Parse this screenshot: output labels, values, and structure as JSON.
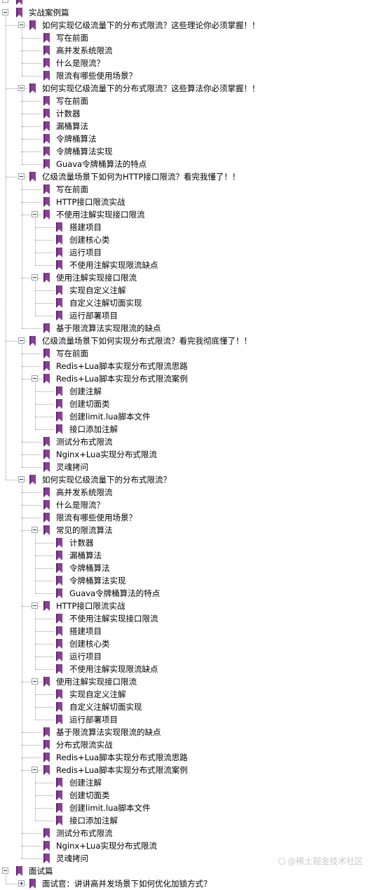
{
  "tree": [
    {
      "label": "",
      "level": 0,
      "expanded": true,
      "has_children": true
    },
    {
      "label": "实战案例篇",
      "level": 0,
      "expanded": true,
      "has_children": true
    },
    {
      "label": "如何实现亿级流量下的分布式限流？这些理论你必须掌握！！",
      "level": 1,
      "expanded": true,
      "has_children": true
    },
    {
      "label": "写在前面",
      "level": 2
    },
    {
      "label": "高并发系统限流",
      "level": 2
    },
    {
      "label": "什么是限流？",
      "level": 2
    },
    {
      "label": "限流有哪些使用场景？",
      "level": 2
    },
    {
      "label": "如何实现亿级流量下的分布式限流？这些算法你必须掌握！！",
      "level": 1,
      "expanded": true,
      "has_children": true
    },
    {
      "label": "写在前面",
      "level": 2
    },
    {
      "label": "计数器",
      "level": 2
    },
    {
      "label": "漏桶算法",
      "level": 2
    },
    {
      "label": "令牌桶算法",
      "level": 2
    },
    {
      "label": "令牌桶算法实现",
      "level": 2
    },
    {
      "label": "Guava令牌桶算法的特点",
      "level": 2
    },
    {
      "label": "亿级流量场景下如何为HTTP接口限流？看完我懂了！！",
      "level": 1,
      "expanded": true,
      "has_children": true
    },
    {
      "label": "写在前面",
      "level": 2
    },
    {
      "label": "HTTP接口限流实战",
      "level": 2
    },
    {
      "label": "不使用注解实现接口限流",
      "level": 2,
      "expanded": true,
      "has_children": true
    },
    {
      "label": "搭建项目",
      "level": 3
    },
    {
      "label": "创建核心类",
      "level": 3
    },
    {
      "label": "运行项目",
      "level": 3
    },
    {
      "label": "不使用注解实现限流缺点",
      "level": 3
    },
    {
      "label": "使用注解实现接口限流",
      "level": 2,
      "expanded": true,
      "has_children": true
    },
    {
      "label": "实现自定义注解",
      "level": 3
    },
    {
      "label": "自定义注解切面实现",
      "level": 3
    },
    {
      "label": "运行部署项目",
      "level": 3
    },
    {
      "label": "基于限流算法实现限流的缺点",
      "level": 2
    },
    {
      "label": "亿级流量场景下如何实现分布式限流？看完我彻底懂了！！",
      "level": 1,
      "expanded": true,
      "has_children": true
    },
    {
      "label": "写在前面",
      "level": 2
    },
    {
      "label": "Redis+Lua脚本实现分布式限流思路",
      "level": 2
    },
    {
      "label": "Redis+Lua脚本实现分布式限流案例",
      "level": 2,
      "expanded": true,
      "has_children": true
    },
    {
      "label": "创建注解",
      "level": 3
    },
    {
      "label": "创建切面类",
      "level": 3
    },
    {
      "label": "创建limit.lua脚本文件",
      "level": 3
    },
    {
      "label": "接口添加注解",
      "level": 3
    },
    {
      "label": "测试分布式限流",
      "level": 2
    },
    {
      "label": "Nginx+Lua实现分布式限流",
      "level": 2
    },
    {
      "label": "灵魂拷问",
      "level": 2
    },
    {
      "label": "如何实现亿级流量下的分布式限流？",
      "level": 1,
      "expanded": true,
      "has_children": true
    },
    {
      "label": "高并发系统限流",
      "level": 2
    },
    {
      "label": "什么是限流？",
      "level": 2
    },
    {
      "label": "限流有哪些使用场景？",
      "level": 2
    },
    {
      "label": "常见的限流算法",
      "level": 2,
      "expanded": true,
      "has_children": true
    },
    {
      "label": "计数器",
      "level": 3
    },
    {
      "label": "漏桶算法",
      "level": 3
    },
    {
      "label": "令牌桶算法",
      "level": 3
    },
    {
      "label": "令牌桶算法实现",
      "level": 3
    },
    {
      "label": "Guava令牌桶算法的特点",
      "level": 3
    },
    {
      "label": "HTTP接口限流实战",
      "level": 2,
      "expanded": true,
      "has_children": true
    },
    {
      "label": "不使用注解实现接口限流",
      "level": 3
    },
    {
      "label": "搭建项目",
      "level": 3
    },
    {
      "label": "创建核心类",
      "level": 3
    },
    {
      "label": "运行项目",
      "level": 3
    },
    {
      "label": "不使用注解实现限流缺点",
      "level": 3
    },
    {
      "label": "使用注解实现接口限流",
      "level": 2,
      "expanded": true,
      "has_children": true
    },
    {
      "label": "实现自定义注解",
      "level": 3
    },
    {
      "label": "自定义注解切面实现",
      "level": 3
    },
    {
      "label": "运行部署项目",
      "level": 3
    },
    {
      "label": "基于限流算法实现限流的缺点",
      "level": 2
    },
    {
      "label": "分布式限流实战",
      "level": 2
    },
    {
      "label": "Redis+Lua脚本实现分布式限流思路",
      "level": 2
    },
    {
      "label": "Redis+Lua脚本实现分布式限流案例",
      "level": 2,
      "expanded": true,
      "has_children": true
    },
    {
      "label": "创建注解",
      "level": 3
    },
    {
      "label": "创建切面类",
      "level": 3
    },
    {
      "label": "创建limit.lua脚本文件",
      "level": 3
    },
    {
      "label": "接口添加注解",
      "level": 3
    },
    {
      "label": "测试分布式限流",
      "level": 2
    },
    {
      "label": "Nginx+Lua实现分布式限流",
      "level": 2
    },
    {
      "label": "灵魂拷问",
      "level": 2
    },
    {
      "label": "面试篇",
      "level": 0,
      "expanded": true,
      "has_children": true
    },
    {
      "label": "面试官：讲讲高并发场景下如何优化加锁方式？",
      "level": 1,
      "expanded": false,
      "has_children": true
    }
  ],
  "watermark": "@稀土掘金技术社区",
  "colors": {
    "bookmark": "#8a3f96",
    "bookmark_dark": "#5e2570",
    "line": "#9a9a9a"
  },
  "icons": {
    "bookmark": "bookmark-icon",
    "expand": "expand-toggle-icon"
  }
}
